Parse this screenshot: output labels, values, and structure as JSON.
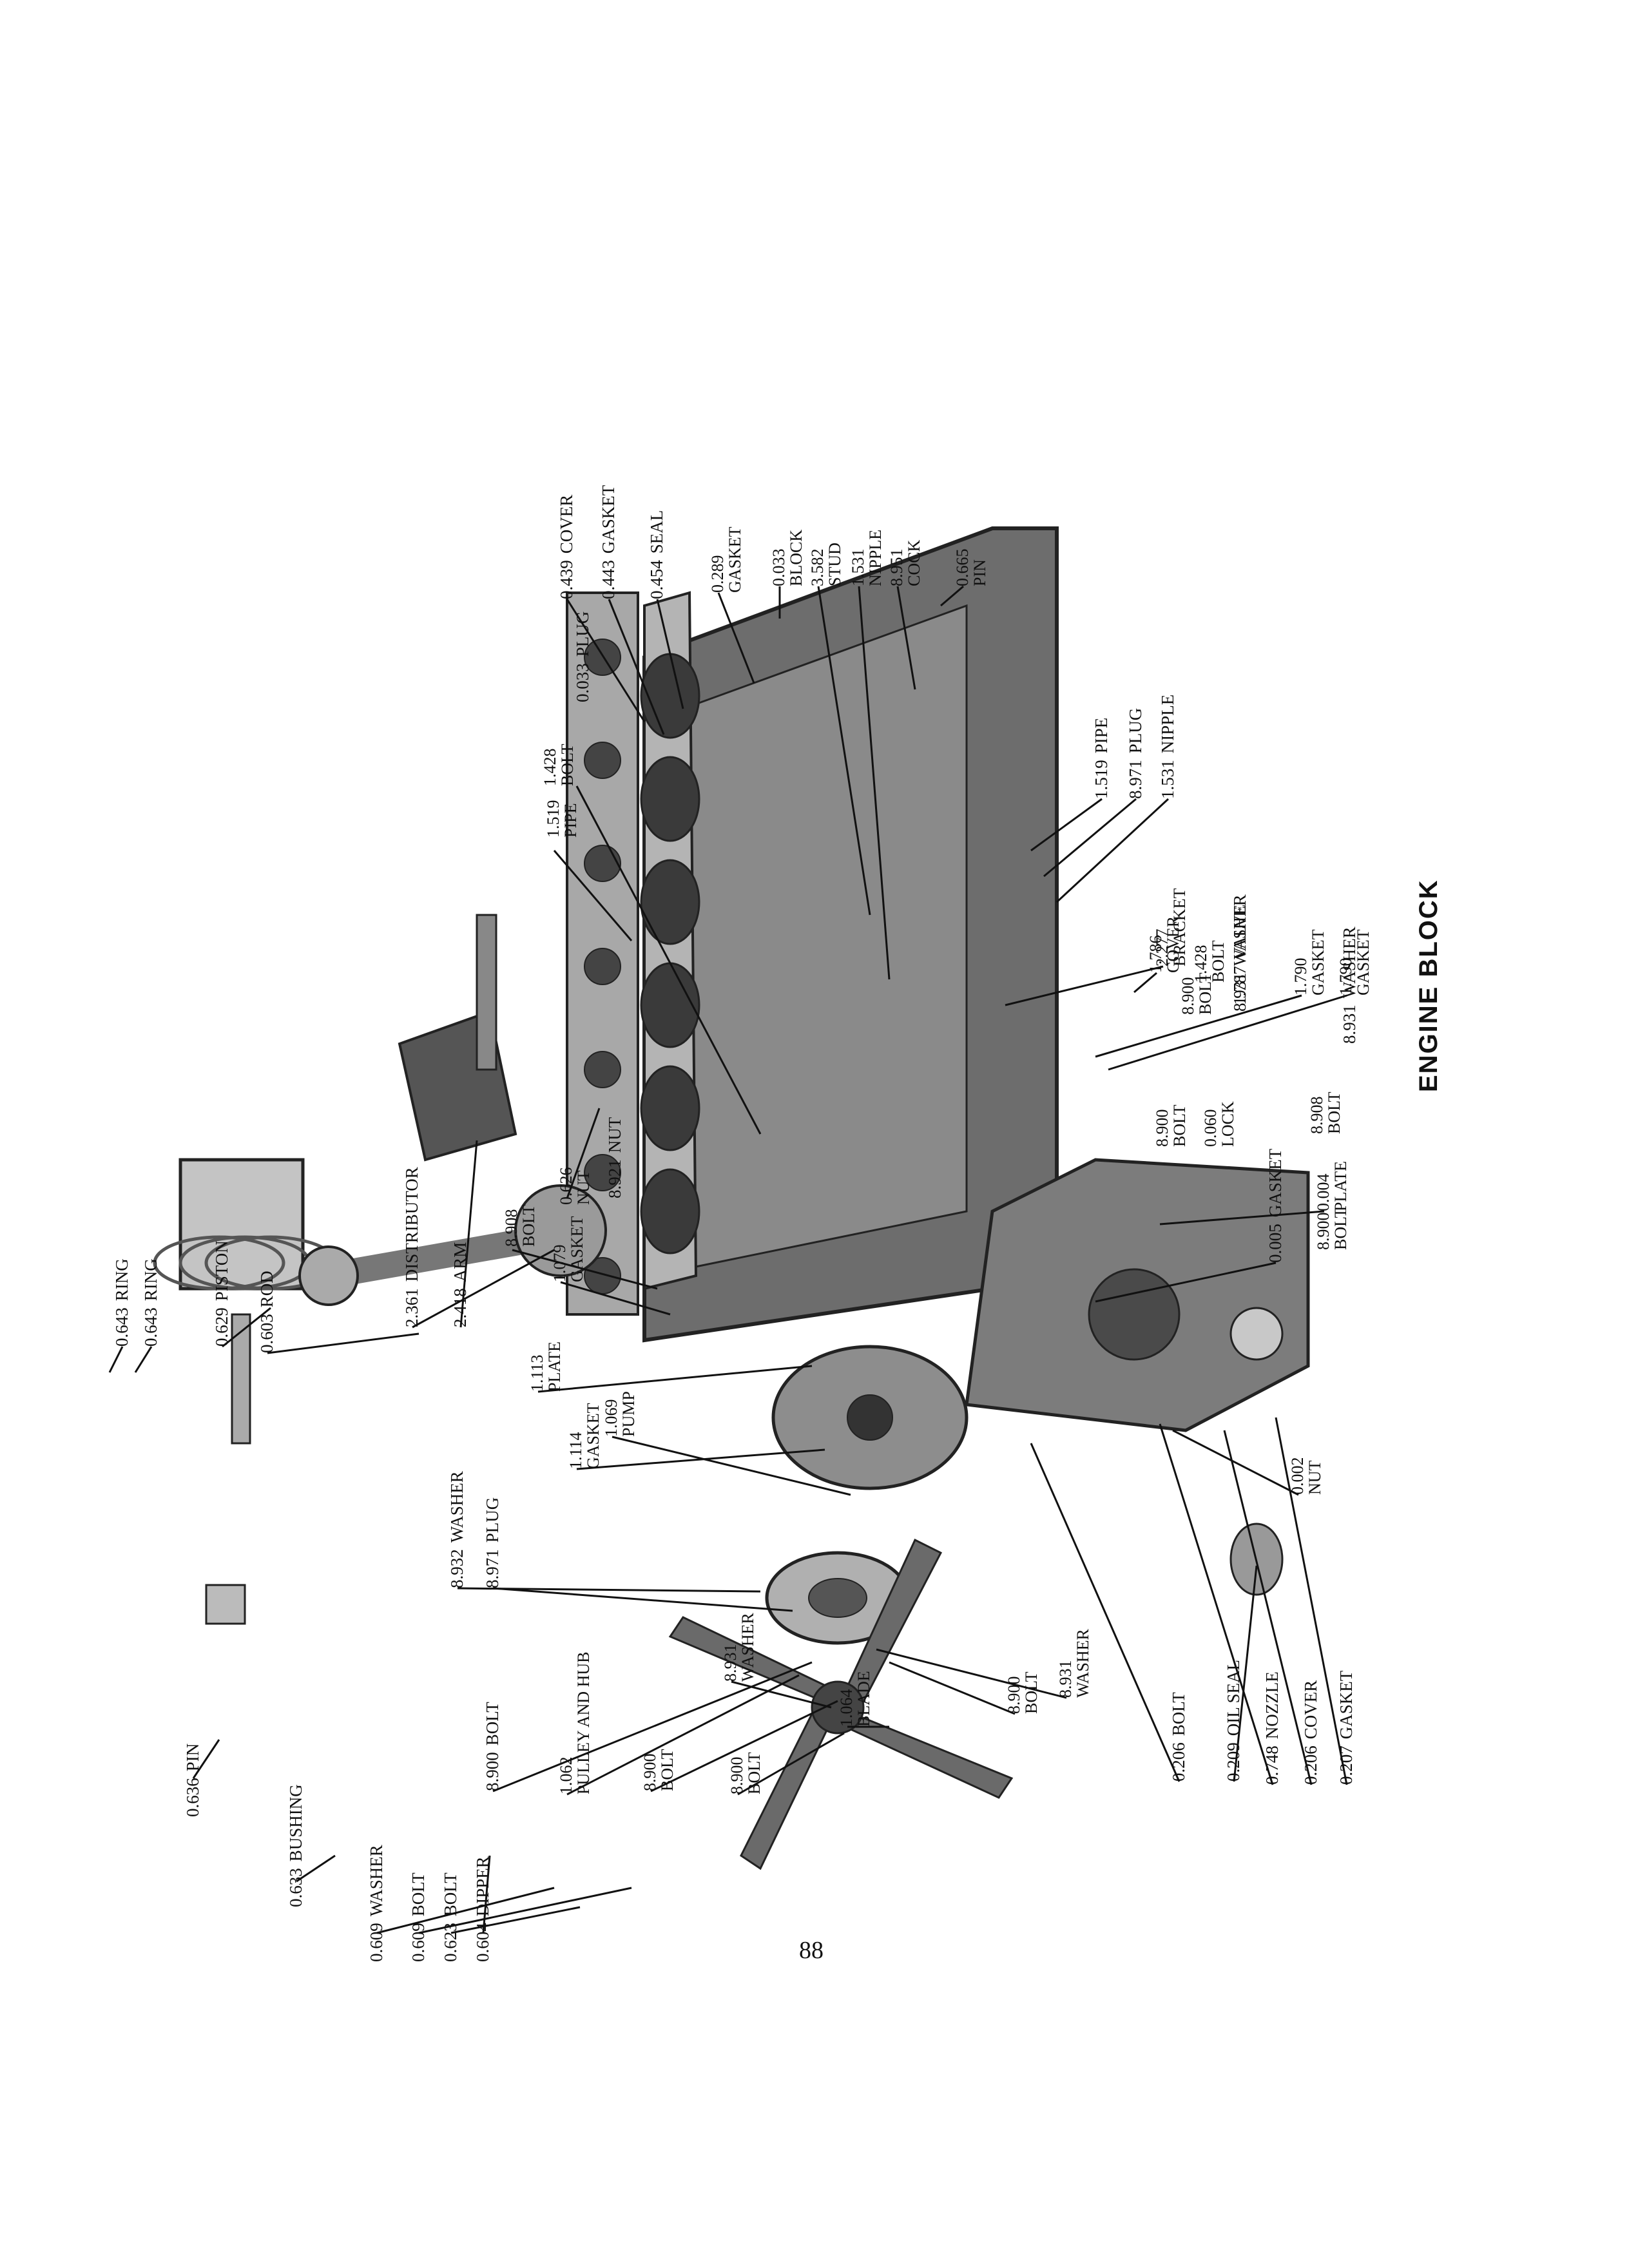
{
  "title": "ENGINE BLOCK",
  "page_number": "88",
  "callouts": [
    {
      "id": "ring1",
      "num": "0.643",
      "name": "RING"
    },
    {
      "id": "ring2",
      "num": "0.643",
      "name": "RING"
    },
    {
      "id": "piston",
      "num": "0.629",
      "name": "PISTON"
    },
    {
      "id": "rod",
      "num": "0.603",
      "name": "ROD"
    },
    {
      "id": "pin",
      "num": "0.636",
      "name": "PIN"
    },
    {
      "id": "bushing",
      "num": "0.633",
      "name": "BUSHING"
    },
    {
      "id": "washer609",
      "num": "0.609",
      "name": "WASHER"
    },
    {
      "id": "bolt609",
      "num": "0.609",
      "name": "BOLT"
    },
    {
      "id": "bolt623",
      "num": "0.623",
      "name": "BOLT"
    },
    {
      "id": "dipper",
      "num": "0.604",
      "name": "DIPPER"
    },
    {
      "id": "distributor",
      "num": "2.361",
      "name": "DISTRIBUTOR"
    },
    {
      "id": "arm",
      "num": "2.418",
      "name": "ARM"
    },
    {
      "id": "nut626",
      "num": "0.626",
      "name": "NUT"
    },
    {
      "id": "nut8921",
      "num": "8.921",
      "name": "NUT"
    },
    {
      "id": "cover439",
      "num": "0.439",
      "name": "COVER"
    },
    {
      "id": "gasket443",
      "num": "0.443",
      "name": "GASKET"
    },
    {
      "id": "seal454",
      "num": "0.454",
      "name": "SEAL"
    },
    {
      "id": "gasket289",
      "num": "0.289",
      "name": "GASKET"
    },
    {
      "id": "block",
      "num": "0.033",
      "name": "BLOCK"
    },
    {
      "id": "stud",
      "num": "3.582",
      "name": "STUD"
    },
    {
      "id": "nipple1531a",
      "num": "1.531",
      "name": "NIPPLE"
    },
    {
      "id": "cock",
      "num": "8.951",
      "name": "COCK"
    },
    {
      "id": "pin665",
      "num": "0.665",
      "name": "PIN"
    },
    {
      "id": "pipe1519a",
      "num": "1.519",
      "name": "PIPE"
    },
    {
      "id": "plug8971a",
      "num": "8.971",
      "name": "PLUG"
    },
    {
      "id": "nipple1531b",
      "num": "1.531",
      "name": "NIPPLE"
    },
    {
      "id": "cover1786",
      "num": "1.786",
      "name": "COVER"
    },
    {
      "id": "bolt1428a",
      "num": "1.428",
      "name": "BOLT"
    },
    {
      "id": "valve",
      "num": "1.787",
      "name": "VALVE"
    },
    {
      "id": "gasket1790a",
      "num": "1.790",
      "name": "GASKET"
    },
    {
      "id": "gasket1790b",
      "num": "1.790",
      "name": "GASKET"
    },
    {
      "id": "plug033",
      "num": "0.033",
      "name": "PLUG"
    },
    {
      "id": "bolt1428b",
      "num": "1.428",
      "name": "BOLT"
    },
    {
      "id": "pipe1519b",
      "num": "1.519",
      "name": "PIPE"
    },
    {
      "id": "bracket",
      "num": "2.277",
      "name": "BRACKET"
    },
    {
      "id": "bolt8900a",
      "num": "8.900",
      "name": "BOLT"
    },
    {
      "id": "washer8931a",
      "num": "8.931",
      "name": "WASHER"
    },
    {
      "id": "gasket005",
      "num": "0.005",
      "name": "GASKET"
    },
    {
      "id": "bolt8900b",
      "num": "8.900",
      "name": "BOLT"
    },
    {
      "id": "lock",
      "num": "0.060",
      "name": "LOCK"
    },
    {
      "id": "bolt8908a",
      "num": "8.908",
      "name": "BOLT"
    },
    {
      "id": "washer8931b",
      "num": "8.931",
      "name": "WASHER"
    },
    {
      "id": "plate004",
      "num": "0.004",
      "name": "PLATE"
    },
    {
      "id": "bolt8900c",
      "num": "8.900",
      "name": "BOLT"
    },
    {
      "id": "nut002",
      "num": "0.002",
      "name": "NUT"
    },
    {
      "id": "bolt8908b",
      "num": "8.908",
      "name": "BOLT"
    },
    {
      "id": "gasket1079",
      "num": "1.079",
      "name": "GASKET"
    },
    {
      "id": "plate1113",
      "num": "1.113",
      "name": "PLATE"
    },
    {
      "id": "gasket1114",
      "num": "1.114",
      "name": "GASKET"
    },
    {
      "id": "pump",
      "num": "1.069",
      "name": "PUMP"
    },
    {
      "id": "washer8932",
      "num": "8.932",
      "name": "WASHER"
    },
    {
      "id": "plug8971b",
      "num": "8.971",
      "name": "PLUG"
    },
    {
      "id": "bolt8900d",
      "num": "8.900",
      "name": "BOLT"
    },
    {
      "id": "pulley",
      "num": "1.062",
      "name": "PULLEY AND HUB"
    },
    {
      "id": "bolt8900e",
      "num": "8.900",
      "name": "BOLT"
    },
    {
      "id": "washer8931c",
      "num": "8.931",
      "name": "WASHER"
    },
    {
      "id": "bolt8900f",
      "num": "8.900",
      "name": "BOLT"
    },
    {
      "id": "blade",
      "num": "1.064",
      "name": "BLADE"
    },
    {
      "id": "bolt8900g",
      "num": "8.900",
      "name": "BOLT"
    },
    {
      "id": "washer8931d",
      "num": "8.931",
      "name": "WASHER"
    },
    {
      "id": "bolt206",
      "num": "0.206",
      "name": "BOLT"
    },
    {
      "id": "oilseal",
      "num": "0.209",
      "name": "OIL SEAL"
    },
    {
      "id": "nozzle",
      "num": "0.748",
      "name": "NOZZLE"
    },
    {
      "id": "cover206",
      "num": "0.206",
      "name": "COVER"
    },
    {
      "id": "gasket207",
      "num": "0.207",
      "name": "GASKET"
    }
  ]
}
